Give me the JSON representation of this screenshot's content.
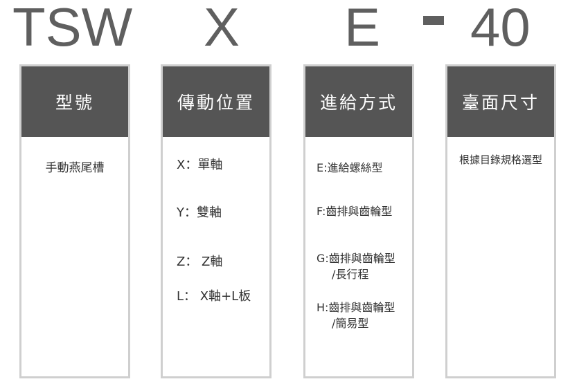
{
  "code": {
    "part1": "TSW",
    "part2": "X",
    "part3": "E",
    "part4": "40"
  },
  "columns": [
    {
      "header": "型號",
      "items": [
        "手動燕尾槽"
      ]
    },
    {
      "header": "傳動位置",
      "items": [
        "X：單軸",
        "Y：雙軸",
        "Z： Z軸",
        "L： X軸+L板"
      ]
    },
    {
      "header": "進給方式",
      "items": [
        "E:進給螺絲型",
        "F:齒排與齒輪型",
        "G:齒排與齒輪型",
        "/長行程",
        "H:齒排與齒輪型",
        "/簡易型"
      ]
    },
    {
      "header": "臺面尺寸",
      "items": [
        "根據目錄規格選型"
      ]
    }
  ]
}
